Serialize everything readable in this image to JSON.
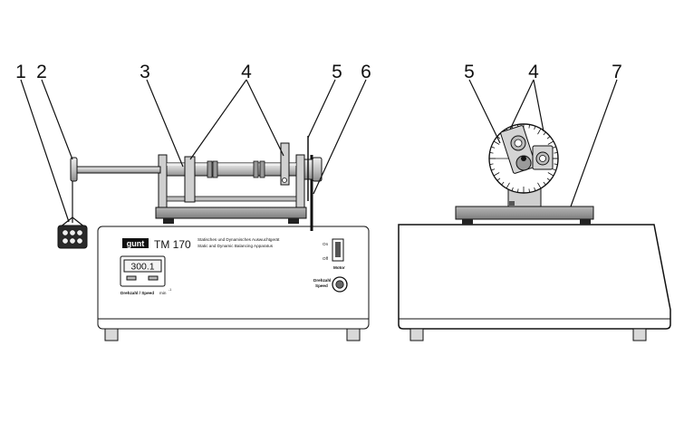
{
  "labels": [
    "1",
    "2",
    "3",
    "4",
    "5",
    "6",
    "5",
    "4",
    "7"
  ],
  "device": {
    "logo": "gunt",
    "model": "TM 170",
    "desc_de": "Statisches und Dynamisches Auswuchtgerät",
    "desc_en": "Static and Dynamic Balancing Apparatus",
    "display_value": "300.1",
    "speed_label": "Drehzahl / Speed",
    "unit": "min",
    "unit_exp": "-1",
    "switch_on": "On",
    "switch_off": "Off",
    "motor_label": "Motor",
    "knob_label_1": "Drehzahl",
    "knob_label_2": "Speed"
  },
  "colors": {
    "line": "#111111",
    "steel": "#c8c8c8",
    "steel_dark": "#8a8a8a",
    "base": "#9a9a9a",
    "cabinet": "#ffffff",
    "foot": "#d9d9d9"
  }
}
